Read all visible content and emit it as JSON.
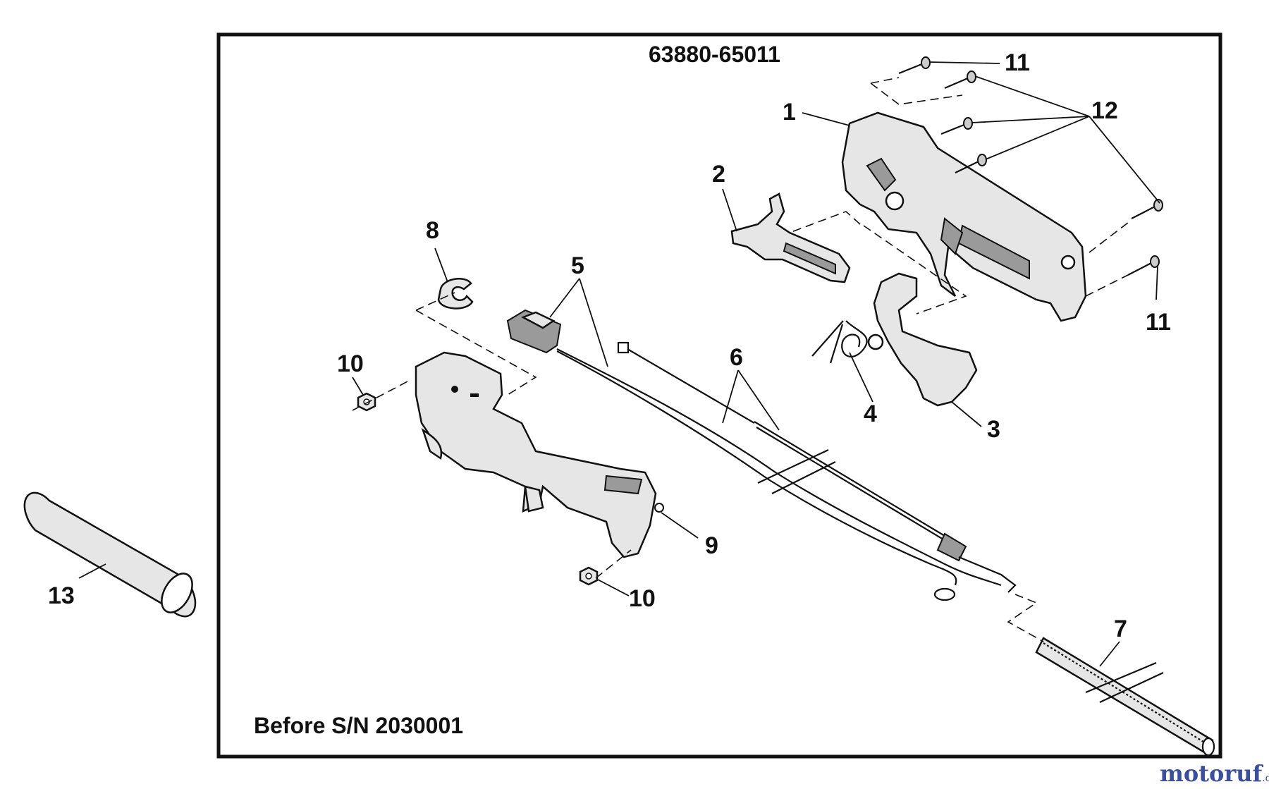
{
  "diagram": {
    "header_code": "63880-65011",
    "footnote": "Before S/N 2030001",
    "callouts": {
      "c1": "1",
      "c2": "2",
      "c3": "3",
      "c4": "4",
      "c5": "5",
      "c6": "6",
      "c7": "7",
      "c8": "8",
      "c9": "9",
      "c10a": "10",
      "c10b": "10",
      "c11a": "11",
      "c11b": "11",
      "c12": "12",
      "c13": "13"
    }
  },
  "watermark": {
    "part_a": "motoruf",
    "part_b": "",
    "suffix": ".de"
  },
  "colors": {
    "frame": "#111111",
    "part_fill": "#e6e6e6",
    "watermark_blue": "#3a4fa0",
    "watermark_orange": "#e5731d"
  }
}
